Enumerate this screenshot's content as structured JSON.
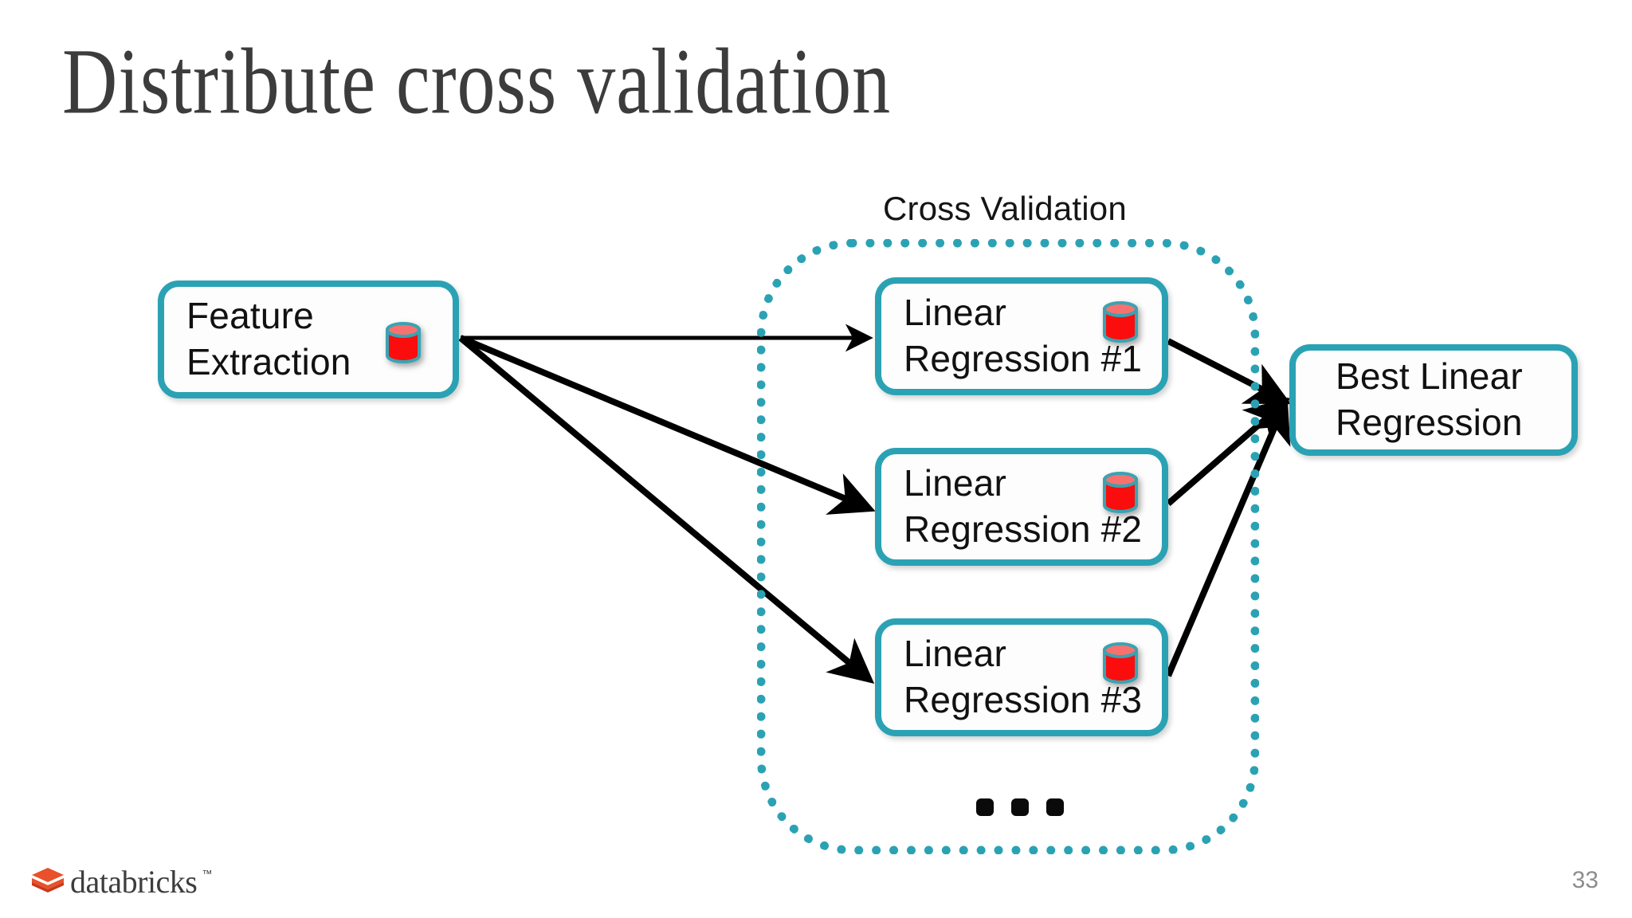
{
  "slide": {
    "title": "Distribute cross validation",
    "page_number": "33",
    "background_color": "#ffffff"
  },
  "colors": {
    "accent_teal": "#2ba2b4",
    "db_red": "#fb0d0d",
    "db_top_red": "#f9716e",
    "title_gray": "#3c3c3c",
    "text_black": "#111111",
    "page_number_gray": "#8d8d8d",
    "logo_orange": "#e8512a"
  },
  "diagram": {
    "type": "flow",
    "group": {
      "label": "Cross Validation",
      "border_style": "dotted",
      "border_color": "#2ba2b4"
    },
    "nodes": [
      {
        "id": "feature-extraction",
        "label": "Feature\nExtraction",
        "has_db_icon": true
      },
      {
        "id": "lr-1",
        "label": "Linear\nRegression #1",
        "has_db_icon": true
      },
      {
        "id": "lr-2",
        "label": "Linear\nRegression #2",
        "has_db_icon": true
      },
      {
        "id": "lr-3",
        "label": "Linear\nRegression #3",
        "has_db_icon": true
      },
      {
        "id": "best-lr",
        "label": "Best Linear\nRegression",
        "has_db_icon": false
      }
    ],
    "ellipsis": "• • •",
    "edges": [
      {
        "from": "feature-extraction",
        "to": "lr-1"
      },
      {
        "from": "feature-extraction",
        "to": "lr-2"
      },
      {
        "from": "feature-extraction",
        "to": "lr-3"
      },
      {
        "from": "lr-1",
        "to": "best-lr"
      },
      {
        "from": "lr-2",
        "to": "best-lr"
      },
      {
        "from": "lr-3",
        "to": "best-lr"
      }
    ]
  },
  "footer": {
    "logo_text": "databricks",
    "logo_trademark": "™"
  }
}
